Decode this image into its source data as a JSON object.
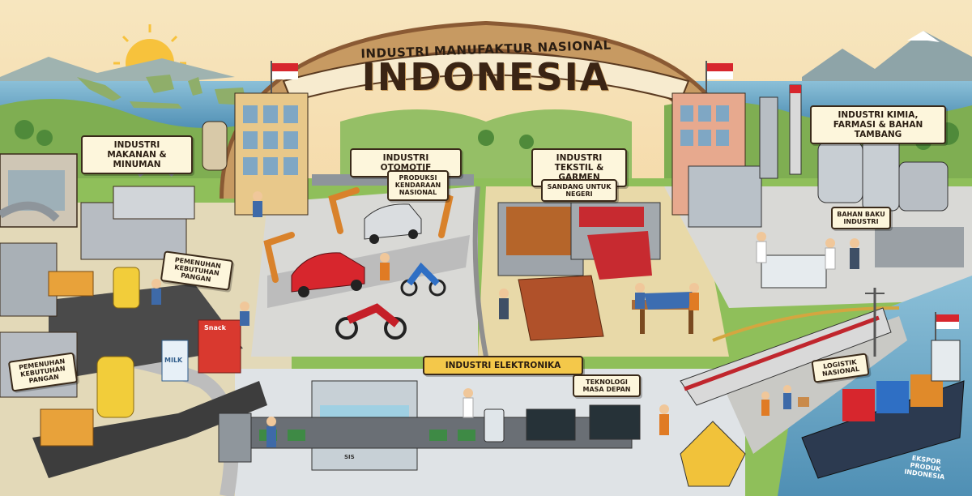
{
  "title": {
    "subtitle": "INDUSTRI MANUFAKTUR NASIONAL",
    "main": "INDONESIA"
  },
  "signs": {
    "food": "INDUSTRI MAKANAN & MINUMAN",
    "food_need_1": "PEMENUHAN KEBUTUHAN PANGAN",
    "food_need_2": "PEMENUHAN KEBUTUHAN PANGAN",
    "automotive": "INDUSTRI OTOMOTIF",
    "automotive_sub": "PRODUKSI KENDARAAN NASIONAL",
    "textile": "INDUSTRI TEKSTIL & GARMEN",
    "textile_sub": "SANDANG UNTUK NEGERI",
    "chemical": "INDUSTRI KIMIA, FARMASI & BAHAN TAMBANG",
    "raw_material": "BAHAN BAKU INDUSTRI",
    "electronics": "INDUSTRI ELEKTRONIKA",
    "electronics_sub": "TEKNOLOGI MASA DEPAN",
    "logistics": "LOGISTIK NASIONAL",
    "export": "EKSPOR PRODUK INDONESIA"
  },
  "labels": {
    "milk": "MILK",
    "snack": "Snack",
    "machine_display": "SIS"
  },
  "colors": {
    "sky_top": "#f7e6bf",
    "sky_bottom": "#f2c98a",
    "sun": "#f7c23c",
    "arch": "#8a5a34",
    "flag_red": "#d7262d",
    "sea": "#6fa8c8",
    "grass": "#8fbf5a",
    "floor": "#d9d9d6",
    "road": "#b5b5b5"
  }
}
